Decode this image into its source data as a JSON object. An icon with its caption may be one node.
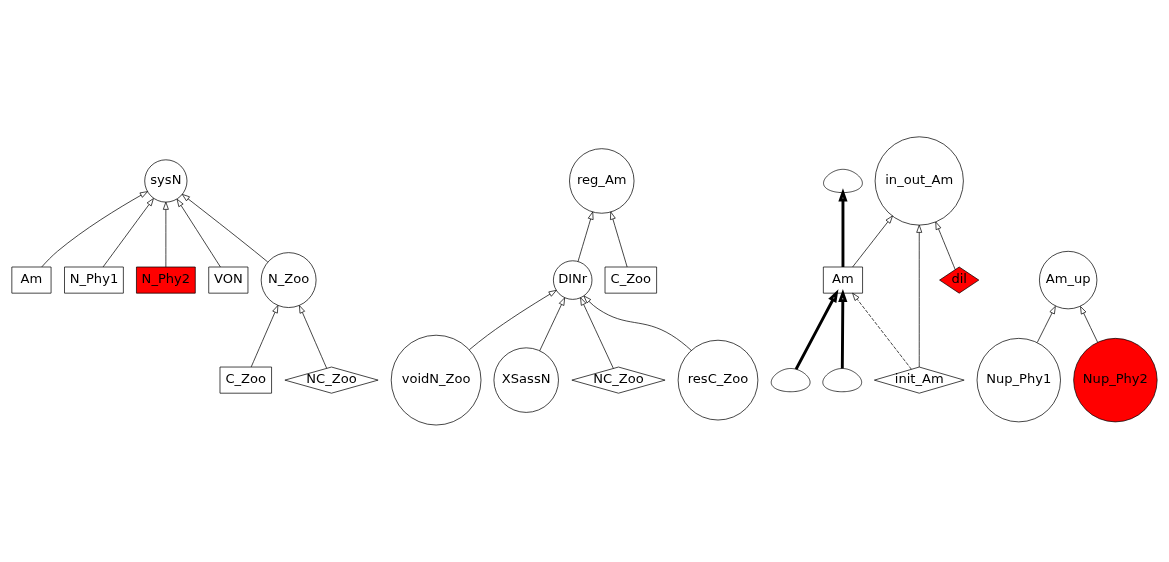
{
  "diagram": {
    "nodes": [
      {
        "text": [
          "Am"
        ]
      },
      {
        "text": [
          "sysN"
        ]
      },
      {
        "text": [
          "N_Phy1"
        ]
      },
      {
        "text": [
          "N_Phy2"
        ]
      },
      {
        "text": [
          "VON"
        ]
      },
      {
        "text": [
          "N_Zoo"
        ]
      },
      {
        "text": [
          "C_Zoo"
        ]
      },
      {
        "text": [
          "NC_Zoo"
        ]
      },
      {
        "text": [
          "voidN_Zoo"
        ]
      },
      {
        "text": [
          "XSassN"
        ]
      },
      {
        "text": [
          "NC_Zoo"
        ]
      },
      {
        "text": [
          "resC_Zoo"
        ]
      },
      {
        "text": [
          "DINr"
        ]
      },
      {
        "text": [
          "C_Zoo"
        ]
      },
      {
        "text": [
          "Am"
        ]
      },
      {
        "text": [
          "reg_Am"
        ]
      },
      {
        "text": [],
        "shape": "cloud"
      },
      {
        "text": [],
        "shape": "cloud"
      },
      {
        "text": [
          "init_Am"
        ]
      },
      {
        "text": [
          "in_out_Am"
        ]
      },
      {
        "text": [
          "Am_up"
        ]
      },
      {
        "text": [
          "Nup_Phy1"
        ]
      },
      {
        "text": [
          "Nup_Phy2"
        ]
      },
      {
        "text": [],
        "shape": "cloud"
      },
      {
        "text": [
          "dil"
        ]
      }
    ],
    "edges": [
      {
        "from": 0,
        "to": 1,
        "arrow": "to"
      },
      {
        "from": 2,
        "to": 1,
        "arrow": "to"
      },
      {
        "from": 3,
        "to": 1,
        "arrow": "to"
      },
      {
        "from": 4,
        "to": 1,
        "arrow": "to"
      },
      {
        "from": 5,
        "to": 1,
        "arrow": "to"
      },
      {
        "from": 6,
        "to": 5,
        "arrow": "to"
      },
      {
        "from": 7,
        "to": 5,
        "arrow": "to"
      },
      {
        "from": 8,
        "to": 12,
        "arrow": "to"
      },
      {
        "from": 9,
        "to": 12,
        "arrow": "to"
      },
      {
        "from": 10,
        "to": 12,
        "arrow": "to"
      },
      {
        "from": 11,
        "to": 12,
        "arrow": "to"
      },
      {
        "from": 12,
        "to": 15,
        "arrow": "to"
      },
      {
        "from": 13,
        "to": 15,
        "arrow": "to"
      },
      {
        "from": 16,
        "to": 14,
        "arrow": "to",
        "style": "thick"
      },
      {
        "from": 14,
        "to": 17,
        "arrow": "to",
        "style": "thick"
      },
      {
        "from": 23,
        "to": 14,
        "arrow": "to",
        "style": "thick"
      },
      {
        "from": 18,
        "to": 14,
        "arrow": "to",
        "style": "dashed"
      },
      {
        "from": 18,
        "to": 19,
        "arrow": "to"
      },
      {
        "from": 14,
        "to": 19,
        "arrow": "to"
      },
      {
        "from": 24,
        "to": 19,
        "arrow": "to"
      },
      {
        "from": 21,
        "to": 20,
        "arrow": "to"
      },
      {
        "from": 22,
        "to": 20,
        "arrow": "to"
      }
    ]
  }
}
